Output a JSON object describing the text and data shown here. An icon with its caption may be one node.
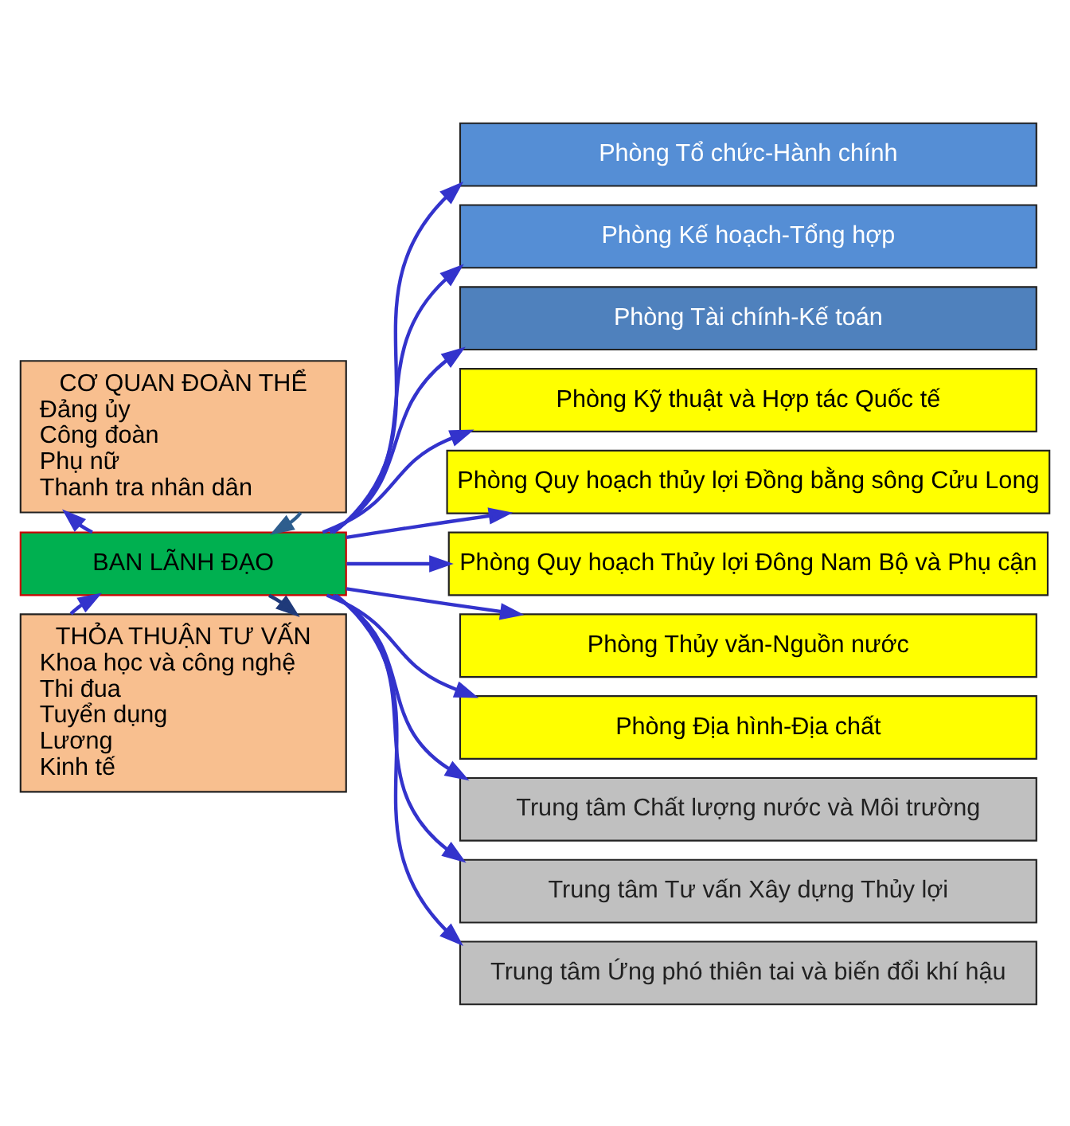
{
  "diagram": {
    "nodes": [
      {
        "text": [
          "CƠ QUAN ĐOÀN THỂ",
          "Đảng ủy",
          "Công đoàn",
          "Phụ nữ",
          "Thanh tra nhân dân"
        ]
      },
      {
        "text": [
          "BAN LÃNH ĐẠO"
        ]
      },
      {
        "text": [
          "THỎA THUẬN TƯ VẤN",
          "Khoa học và công nghệ",
          "Thi đua",
          "Tuyển dụng",
          "Lương",
          "Kinh tế"
        ]
      },
      {
        "text": [
          "Phòng Tổ chức-Hành chính"
        ]
      },
      {
        "text": [
          "Phòng Kế hoạch-Tổng hợp"
        ]
      },
      {
        "text": [
          "Phòng Tài chính-Kế toán"
        ]
      },
      {
        "text": [
          "Phòng Kỹ thuật và Hợp tác Quốc tế"
        ]
      },
      {
        "text": [
          "Phòng Quy hoạch thủy lợi Đồng bằng sông Cửu Long"
        ]
      },
      {
        "text": [
          "Phòng Quy hoạch Thủy lợi Đông Nam Bộ và Phụ cận"
        ]
      },
      {
        "text": [
          "Phòng Thủy văn-Nguồn nước"
        ]
      },
      {
        "text": [
          "Phòng Địa hình-Địa chất"
        ]
      },
      {
        "text": [
          "Trung tâm Chất lượng nước và Môi trường"
        ]
      },
      {
        "text": [
          "Trung tâm Tư vấn Xây dựng Thủy lợi"
        ]
      },
      {
        "text": [
          "Trung tâm Ứng phó thiên tai và biến đổi khí hậu"
        ]
      }
    ],
    "edges": [
      {
        "from": 0,
        "to": 1,
        "arrow": "to",
        "color": "#2e5e8e"
      },
      {
        "from": 1,
        "to": 0,
        "arrow": "to"
      },
      {
        "from": 1,
        "to": 2,
        "arrow": "to",
        "color": "#1f3a7a"
      },
      {
        "from": 2,
        "to": 1,
        "arrow": "to"
      },
      {
        "from": 1,
        "to": 3,
        "arrow": "to"
      },
      {
        "from": 1,
        "to": 4,
        "arrow": "to"
      },
      {
        "from": 1,
        "to": 5,
        "arrow": "to"
      },
      {
        "from": 1,
        "to": 6,
        "arrow": "to"
      },
      {
        "from": 1,
        "to": 7,
        "arrow": "to"
      },
      {
        "from": 1,
        "to": 8,
        "arrow": "to"
      },
      {
        "from": 1,
        "to": 9,
        "arrow": "to"
      },
      {
        "from": 1,
        "to": 10,
        "arrow": "to"
      },
      {
        "from": 1,
        "to": 11,
        "arrow": "to"
      },
      {
        "from": 1,
        "to": 12,
        "arrow": "to"
      },
      {
        "from": 1,
        "to": 13,
        "arrow": "to"
      }
    ]
  }
}
